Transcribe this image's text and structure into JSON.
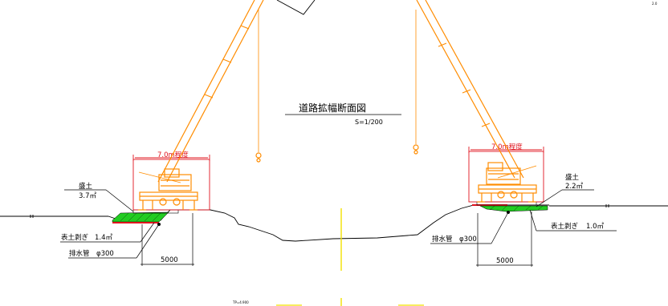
{
  "drawing": {
    "title": "道路拡幅断面図",
    "scale": "S=1/200",
    "left": {
      "width_label": "7.0m程度",
      "fill_label": "盛土",
      "fill_area": "3.7㎡",
      "strip_label": "表土剥ぎ",
      "strip_area": "1.4㎡",
      "drain_label": "排水管　φ300",
      "dimension": "5000"
    },
    "right": {
      "width_label": "7.0m程度",
      "fill_label": "盛土",
      "fill_area": "2.2㎡",
      "strip_label": "表土剥ぎ",
      "strip_area": "1.0㎡",
      "drain_label": "排水管　φ300",
      "dimension": "5000"
    },
    "bottom_note": "TP=4.900",
    "corner_note": "2.0"
  },
  "colors": {
    "crane": "#ff8c00",
    "dimension": "#e0141e",
    "fill": "#22cc22",
    "centerline": "#f2e200"
  }
}
